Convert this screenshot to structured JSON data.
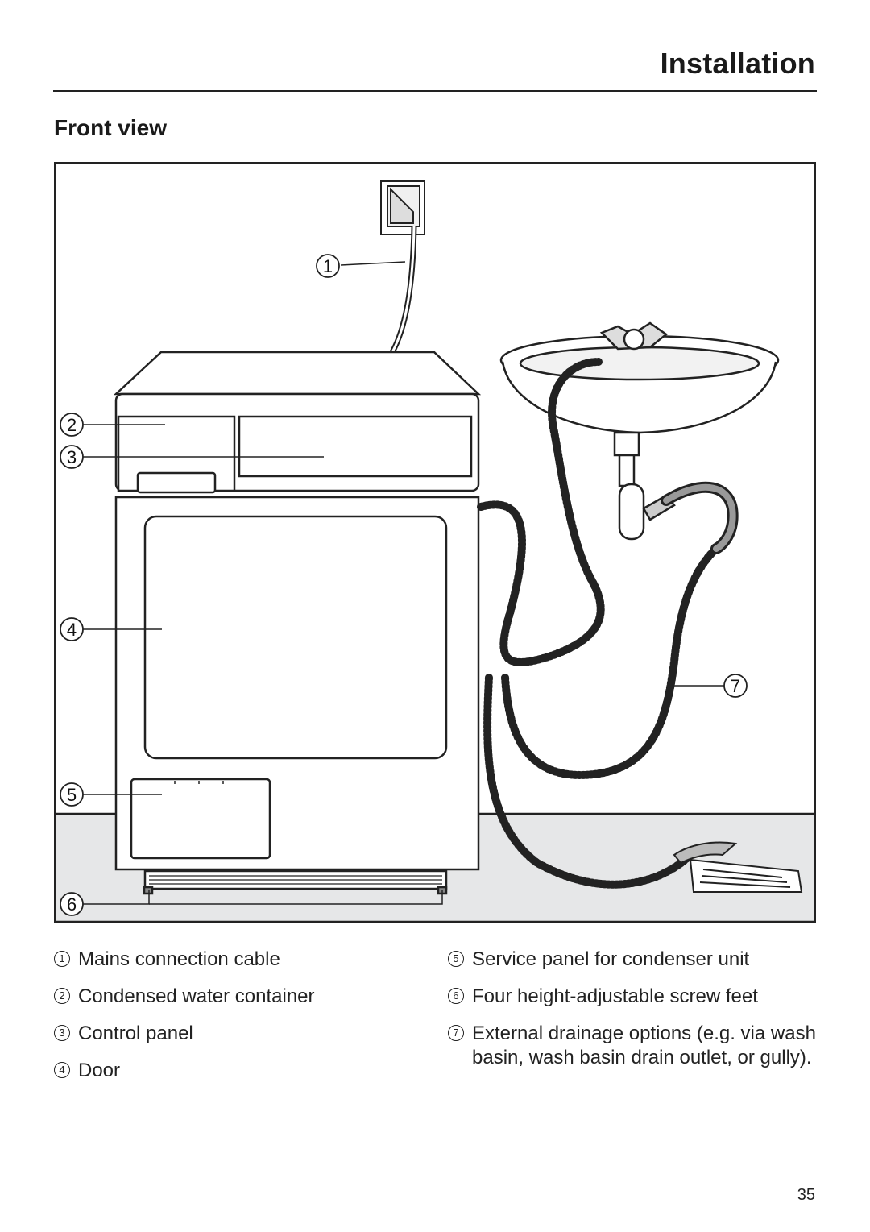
{
  "header": {
    "title": "Installation"
  },
  "section": {
    "title": "Front view"
  },
  "figure": {
    "callouts": [
      "1",
      "2",
      "3",
      "4",
      "5",
      "6",
      "7"
    ]
  },
  "legend": {
    "items": [
      {
        "number": "1",
        "text": "Mains connection cable"
      },
      {
        "number": "2",
        "text": "Condensed water container"
      },
      {
        "number": "3",
        "text": "Control panel"
      },
      {
        "number": "4",
        "text": "Door"
      },
      {
        "number": "5",
        "text": "Service panel for condenser unit"
      },
      {
        "number": "6",
        "text": "Four height-adjustable screw feet"
      },
      {
        "number": "7",
        "text": "External drainage options (e.g. via wash basin, wash basin drain outlet, or gully)."
      }
    ]
  },
  "footer": {
    "page_number": "35"
  }
}
